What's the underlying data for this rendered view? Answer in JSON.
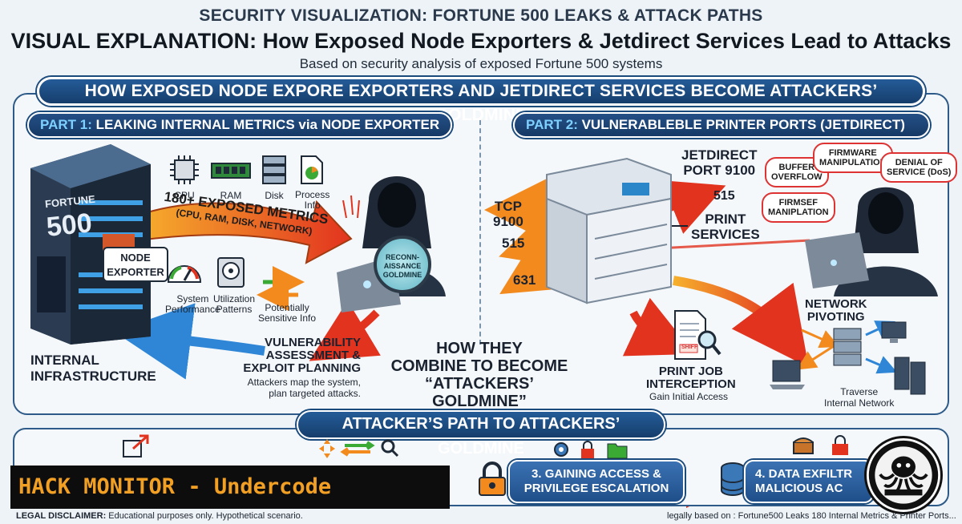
{
  "header": {
    "kicker": "SECURITY VISUALIZATION: FORTUNE 500 LEAKS & ATTACK PATHS",
    "title": "VISUAL EXPLANATION: How Exposed Node Exporters & Jetdirect Services Lead to Attacks",
    "subtitle": "Based on security analysis of exposed Fortune 500 systems"
  },
  "main_banner": "HOW EXPOSED NODE EXPORE EXPORTERS AND JETDIRECT SERVICES BECOME ATTACKERS’ GOLDMINE",
  "part1": {
    "prefix": "PART 1:",
    "title": " LEAKING INTERNAL METRICS via NODE EXPORTER",
    "server_brand_line1": "FORTUNE",
    "server_brand_line2": "500",
    "node_exporter_line1": "NODE",
    "node_exporter_line2": "EXPORTER",
    "icons": [
      {
        "name": "cpu-icon",
        "label": "CPU"
      },
      {
        "name": "ram-icon",
        "label": "RAM"
      },
      {
        "name": "disk-icon",
        "label": "Disk"
      },
      {
        "name": "process-info-icon",
        "label": "Process\nInfo"
      }
    ],
    "metrics_big": "180+ EXPOSED METRICS",
    "metrics_small": "(CPU, RAM, DISK, NETWORK)",
    "sub_icons": [
      {
        "name": "gauge-icon",
        "label": "System\nPerformance"
      },
      {
        "name": "hard-drive-icon",
        "label": "Utilization\nPatterns"
      },
      {
        "name": "exchange-arrows-icon",
        "label": "Potentially\nSensitive Info"
      }
    ],
    "recon_badge": "RECONN-\nAISSANCE\nGOLDMINE",
    "vuln_title": "VULNERABILITY\nASSESSMENT &\nEXPLOIT PLANNING",
    "vuln_desc": "Attackers map the system,\nplan targeted attacks.",
    "internal_infra": "INTERNAL\nINFRASTRUCTURE"
  },
  "combine_text": "HOW THEY\nCOMBINE TO BECOME\n“ATTACKERS’ GOLDMINE”",
  "part2": {
    "prefix": "PART 2:",
    "title": " VULNERABLEBLE PRINTER PORTS (JETDIRECT)",
    "jetdirect_label": "JETDIRECT\nPORT 9100",
    "port_515_right": "515",
    "print_services": "PRINT\nSERVICES",
    "tcp_label": "TCP\n9100",
    "port_515_left": "515",
    "port_631": "631",
    "bubbles": {
      "buffer_overflow": "BUFFER\nOVERFLOW",
      "firmware_manipulation": "FIRMWARE\nMANIPULATION",
      "denial_of_service": "DENIAL OF\nSERVICE (DoS)",
      "firmware_manipulation_2": "FIRMSEF\nMANIPLATION"
    },
    "document_stamp": "SHIFF",
    "network_pivoting": "NETWORK\nPIVOTING",
    "traverse": "Traverse\nInternal Network",
    "print_job_title": "PRINT JOB\nINTERCEPTION",
    "print_job_desc": "Gain Initial Access"
  },
  "attack_path": {
    "banner": "ATTACKER’S PATH TO ATTACKERS’ GOLDMINE",
    "step3": "3. GAINING ACCESS &\nPRIVILEGE ESCALATION",
    "step4": "4. DATA EXFILTR\nMALICIOUS AC"
  },
  "watermark": "HACK MONITOR - Undercode",
  "footer": {
    "disclaimer_label": "LEGAL DISCLAIMER:",
    "disclaimer_text": " Educational purposes only. Hypothetical scenario.",
    "source_note": "legally based on : Fortune500 Leaks 180 Internal Metrics & Printer Ports..."
  },
  "colors": {
    "banner_blue": "#1b4a7c",
    "accent_cyan": "#7ed0ff",
    "arrow_orange": "#f28a1e",
    "arrow_red": "#e2331f",
    "watermark_orange": "#f2a024"
  }
}
